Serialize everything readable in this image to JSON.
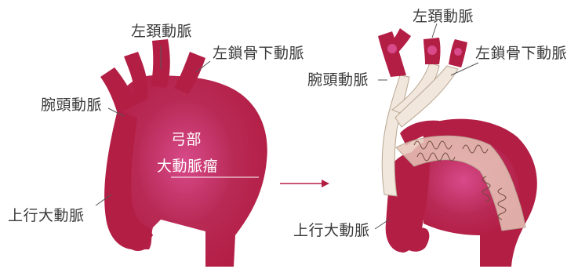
{
  "colors": {
    "aorta": "#B31E45",
    "aorta_dark": "#8E1436",
    "aneurysm_highlight": "#D84A8A",
    "graft": "#F1E7DC",
    "graft_outline": "#B9A692",
    "stent_wire": "#6E4A3A",
    "leader_line": "#555555",
    "arrow": "#B31E45"
  },
  "before": {
    "left_common_carotid": "左頚動脈",
    "left_subclavian": "左鎖骨下動脈",
    "brachiocephalic": "腕頭動脈",
    "aneurysm_line1": "弓部",
    "aneurysm_line2": "大動脈瘤",
    "ascending_aorta": "上行大動脈"
  },
  "after": {
    "left_common_carotid": "左頚動脈",
    "left_subclavian": "左鎖骨下動脈",
    "brachiocephalic": "腕頭動脈",
    "ascending_aorta": "上行大動脈"
  },
  "transition_arrow_icon": "right-arrow-icon"
}
